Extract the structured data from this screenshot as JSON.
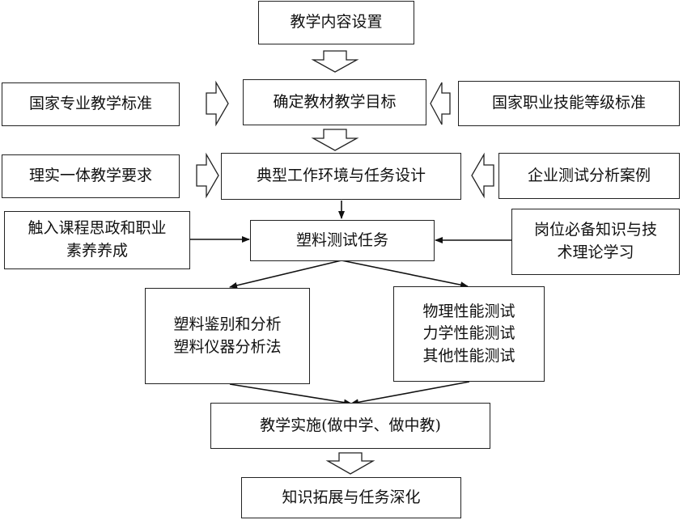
{
  "nodes": {
    "content_setup": "教学内容设置",
    "teaching_goal": "确定教材教学目标",
    "national_standard": "国家专业教学标准",
    "vocational_standard": "国家职业技能等级标准",
    "integration_req": "理实一体教学要求",
    "task_design": "典型工作环境与任务设计",
    "enterprise_cases": "企业测试分析案例",
    "ideology": [
      "触入课程思政和职业",
      "素养养成"
    ],
    "plastic_test": "塑料测试任务",
    "knowledge_theory": [
      "岗位必备知识与技",
      "术理论学习"
    ],
    "identification": [
      "塑料鉴别和分析",
      "塑料仪器分析法"
    ],
    "performance": [
      "物理性能测试",
      "力学性能测试",
      "其他性能测试"
    ],
    "implementation": "教学实施(做中学、做中教)",
    "expansion": "知识拓展与任务深化"
  },
  "colors": {
    "line": "#222222",
    "background": "#ffffff"
  }
}
